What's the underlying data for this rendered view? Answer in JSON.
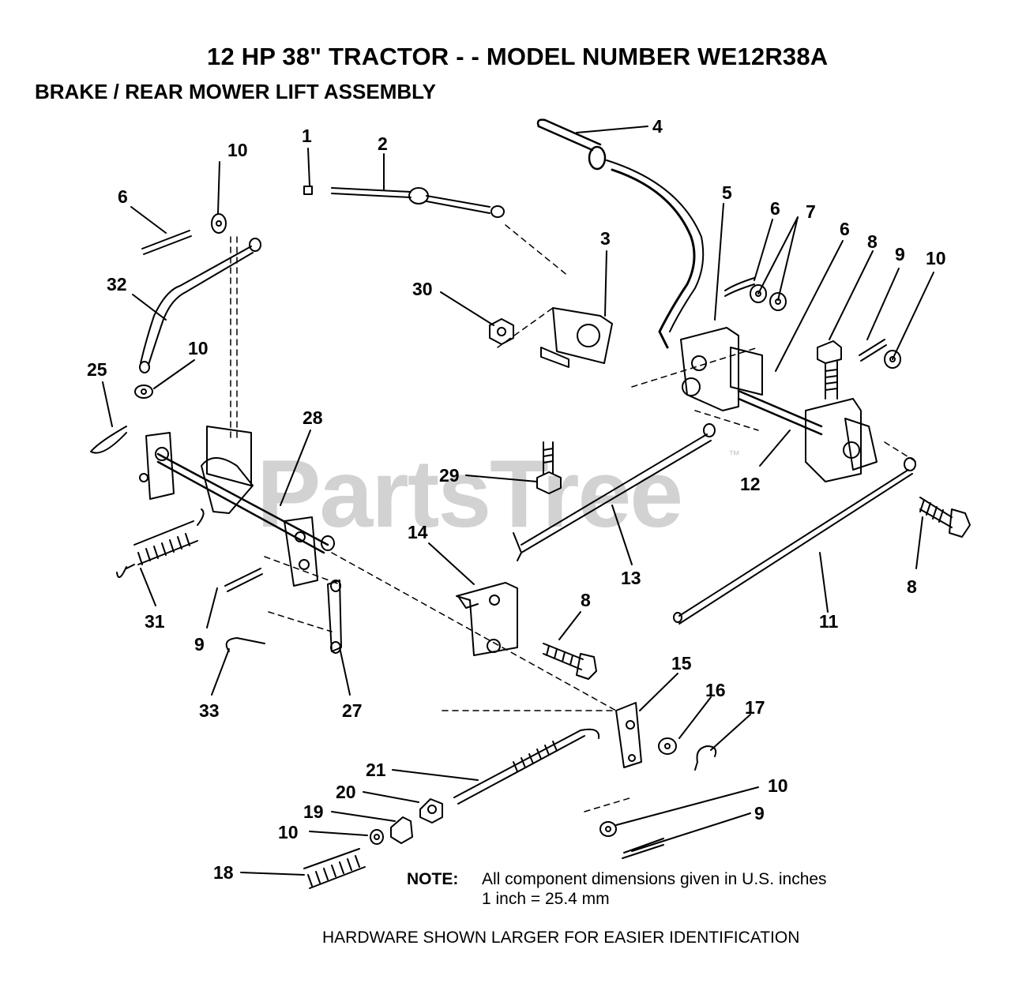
{
  "title": "12 HP 38\" TRACTOR - - MODEL NUMBER WE12R38A",
  "subtitle": "BRAKE / REAR MOWER LIFT ASSEMBLY",
  "watermark": {
    "text": "PartsTree",
    "trademark": "™"
  },
  "callouts": [
    "1",
    "2",
    "4",
    "10",
    "6",
    "5",
    "6",
    "7",
    "6",
    "8",
    "9",
    "10",
    "3",
    "30",
    "32",
    "10",
    "25",
    "28",
    "29",
    "12",
    "8",
    "14",
    "13",
    "8",
    "31",
    "9",
    "11",
    "33",
    "27",
    "15",
    "16",
    "17",
    "21",
    "10",
    "20",
    "19",
    "9",
    "10",
    "18"
  ],
  "note": {
    "label": "NOTE:",
    "lines": [
      "All component dimensions given in U.S. inches",
      "1 inch = 25.4 mm"
    ]
  },
  "footer": "HARDWARE SHOWN LARGER FOR EASIER IDENTIFICATION",
  "colors": {
    "ink": "#000000",
    "watermark": "#d2d2d2",
    "background": "#ffffff"
  }
}
